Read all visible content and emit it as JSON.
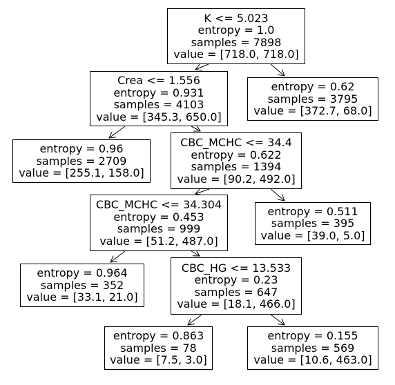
{
  "tree": {
    "nodes": [
      {
        "id": "n0",
        "lines": [
          "K <= 5.023",
          "entropy = 1.0",
          "samples = 7898",
          "value = [718.0, 718.0]"
        ]
      },
      {
        "id": "n1",
        "lines": [
          "Crea <= 1.556",
          "entropy = 0.931",
          "samples = 4103",
          "value = [345.3, 650.0]"
        ]
      },
      {
        "id": "n2",
        "lines": [
          "entropy = 0.62",
          "samples = 3795",
          "value = [372.7, 68.0]"
        ]
      },
      {
        "id": "n3",
        "lines": [
          "entropy = 0.96",
          "samples = 2709",
          "value = [255.1, 158.0]"
        ]
      },
      {
        "id": "n4",
        "lines": [
          "CBC_MCHC <= 34.4",
          "entropy = 0.622",
          "samples = 1394",
          "value = [90.2, 492.0]"
        ]
      },
      {
        "id": "n5",
        "lines": [
          "CBC_MCHC <= 34.304",
          "entropy = 0.453",
          "samples = 999",
          "value = [51.2, 487.0]"
        ]
      },
      {
        "id": "n6",
        "lines": [
          "entropy = 0.511",
          "samples = 395",
          "value = [39.0, 5.0]"
        ]
      },
      {
        "id": "n7",
        "lines": [
          "entropy = 0.964",
          "samples = 352",
          "value = [33.1, 21.0]"
        ]
      },
      {
        "id": "n8",
        "lines": [
          "CBC_HG <= 13.533",
          "entropy = 0.23",
          "samples = 647",
          "value = [18.1, 466.0]"
        ]
      },
      {
        "id": "n9",
        "lines": [
          "entropy = 0.863",
          "samples = 78",
          "value = [7.5, 3.0]"
        ]
      },
      {
        "id": "n10",
        "lines": [
          "entropy = 0.155",
          "samples = 569",
          "value = [10.6, 463.0]"
        ]
      }
    ],
    "edges": [
      {
        "from": "n0",
        "to": "n1"
      },
      {
        "from": "n0",
        "to": "n2"
      },
      {
        "from": "n1",
        "to": "n3"
      },
      {
        "from": "n1",
        "to": "n4"
      },
      {
        "from": "n4",
        "to": "n5"
      },
      {
        "from": "n4",
        "to": "n6"
      },
      {
        "from": "n5",
        "to": "n7"
      },
      {
        "from": "n5",
        "to": "n8"
      },
      {
        "from": "n8",
        "to": "n9"
      },
      {
        "from": "n8",
        "to": "n10"
      }
    ]
  }
}
